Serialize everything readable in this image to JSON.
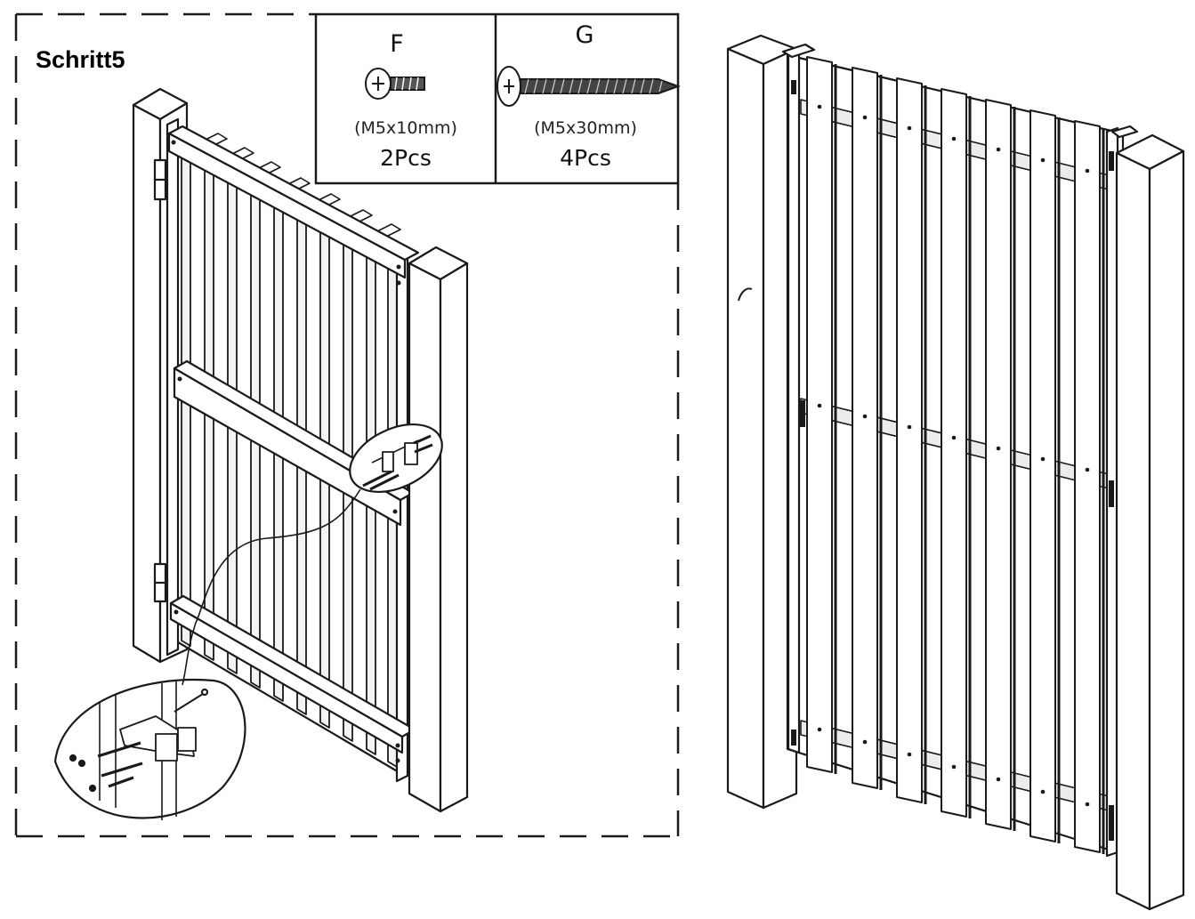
{
  "step": {
    "title": "Schritt5"
  },
  "parts": [
    {
      "letter": "F",
      "size": "(M5x10mm)",
      "quantity": "2Pcs",
      "icon": "short-screw-icon"
    },
    {
      "letter": "G",
      "size": "(M5x30mm)",
      "quantity": "4Pcs",
      "icon": "long-screw-icon"
    }
  ],
  "colors": {
    "line": "#1a1a1a",
    "paper": "#ffffff",
    "shade": "#e8e8e8"
  }
}
